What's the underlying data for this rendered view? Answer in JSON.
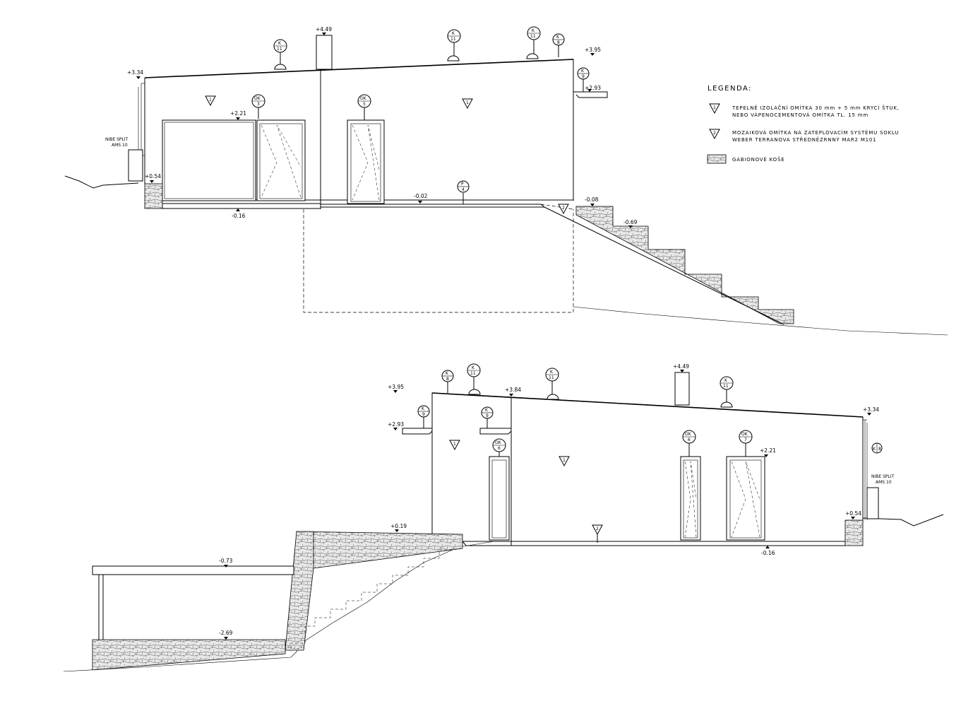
{
  "legend": {
    "title": "LEGENDA:",
    "items": [
      {
        "symbol": "1",
        "line1": "TEPELNĚ IZOLAČNÍ OMÍTKA 30 mm + 5 mm KRYCÍ ŠTUK,",
        "line2": "NEBO VÁPENOCEMENTOVÁ OMÍTKA TL. 15 mm"
      },
      {
        "symbol": "2",
        "line1": "MOZAIKOVÁ OMÍTKA NA ZATEPLOVACÍM SYSTÉMU SOKLU",
        "line2": "WEBER TERRANOVA STŘEDNĚZRNNÝ MAR2 M101"
      },
      {
        "symbol": "hatch",
        "line1": "GABIONOVÉ KOŠE",
        "line2": ""
      }
    ]
  },
  "upper": {
    "levels": {
      "roof_left": "+3.34",
      "chimney": "+4.49",
      "roof_right": "+3.95",
      "canopy": "+2.93",
      "window_head": "+2.21",
      "plinth_left": "+0.54",
      "floor_left": "-0.16",
      "floor_right": "-0.02",
      "terrace": "-0.08",
      "stair": "-0.69"
    },
    "ac_label_1": "NIBE SPLIT",
    "ac_label_2": "AMS 10",
    "tags": {
      "k11a": [
        "K",
        "11"
      ],
      "k11b": [
        "K",
        "11"
      ],
      "k11c": [
        "K",
        "11"
      ],
      "k8": [
        "K",
        "8"
      ],
      "k9": [
        "K",
        "9"
      ],
      "ok3": [
        "OK",
        "3"
      ],
      "ok5": [
        "OK",
        "5"
      ],
      "p4": [
        "P",
        "4"
      ]
    },
    "finish_1a": "1",
    "finish_1b": "1",
    "finish_2": "2"
  },
  "lower": {
    "levels": {
      "roof_left": "+3.95",
      "canopy": "+2.93",
      "roof_mid": "+3.84",
      "chimney": "+4.49",
      "roof_right": "+3.34",
      "window_head": "+2.21",
      "terrace": "+0.19",
      "plinth_right": "+0.54",
      "floor": "-0.16",
      "carport_roof": "-0.73",
      "carport_floor": "-2.69"
    },
    "ac_label_1": "NIBE SPLIT",
    "ac_label_2": "AMS 10",
    "tags": {
      "k8": [
        "K",
        "8"
      ],
      "k11a": [
        "K",
        "11"
      ],
      "k11b": [
        "K",
        "11"
      ],
      "k11c": [
        "K",
        "11"
      ],
      "k9a": [
        "K",
        "9"
      ],
      "k9b": [
        "K",
        "9"
      ],
      "ok6a": [
        "OK",
        "6"
      ],
      "ok6b": [
        "OK",
        "6"
      ],
      "ok7": [
        "OK",
        "7"
      ],
      "k8b": [
        "K",
        "8"
      ]
    },
    "finish_1a": "1",
    "finish_1b": "1",
    "finish_2": "2"
  }
}
